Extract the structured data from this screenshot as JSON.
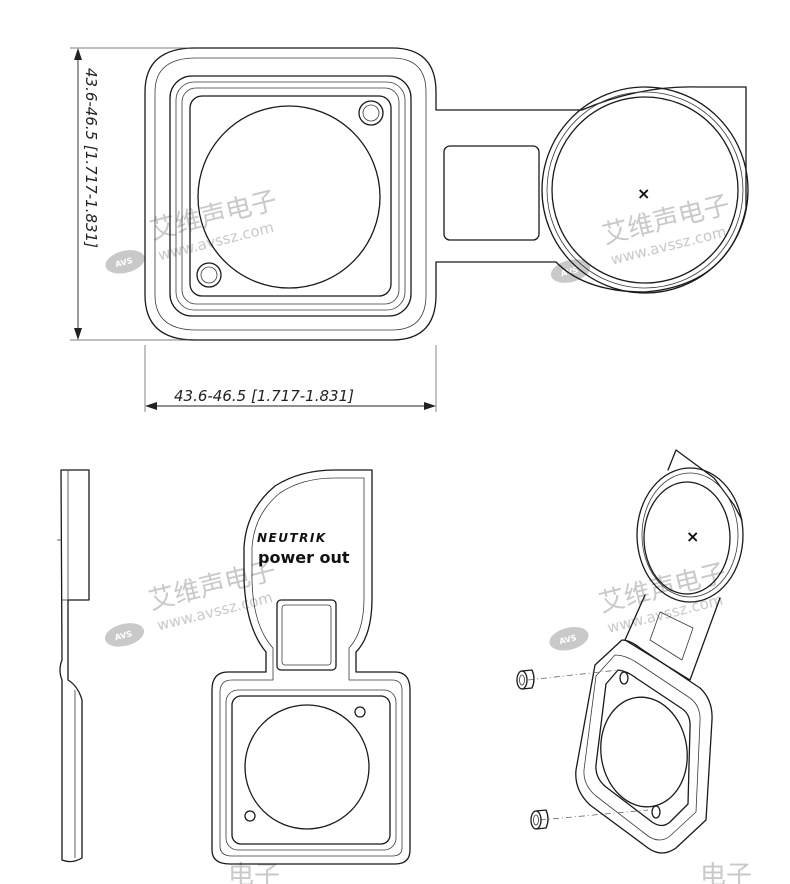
{
  "dimensions": {
    "vertical": "43.6-46.5 [1.717-1.831]",
    "horizontal": "43.6-46.5 [1.717-1.831]"
  },
  "product": {
    "brand": "NEUTRIK",
    "label": "power out",
    "center_mark": "×"
  },
  "watermark": {
    "chinese": "艾维声电子",
    "url": "www.avssz.com",
    "logo": "AVS",
    "fragment": "电子"
  }
}
